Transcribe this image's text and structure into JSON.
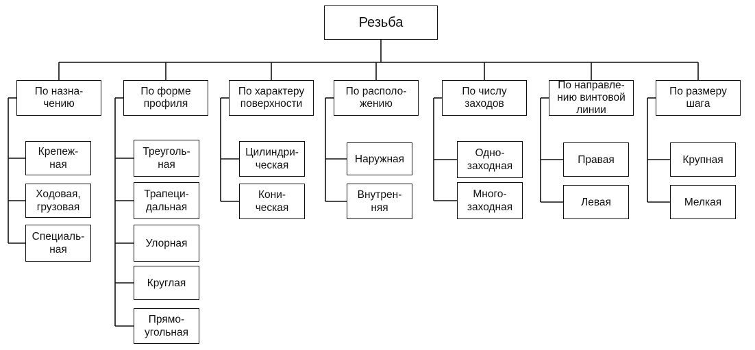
{
  "root": "Резьба",
  "categories": [
    {
      "label": "По назна-\nчению",
      "items": [
        "Крепеж-\nная",
        "Ходовая,\nгрузовая",
        "Специаль-\nная"
      ]
    },
    {
      "label": "По форме\nпрофиля",
      "items": [
        "Треуголь-\nная",
        "Трапеци-\nдальная",
        "Улорная",
        "Круглая",
        "Прямо-\nугольная"
      ]
    },
    {
      "label": "По характеру\nповерхности",
      "items": [
        "Цилиндри-\nческая",
        "Кони-\nческая"
      ]
    },
    {
      "label": "По располо-\nжению",
      "items": [
        "Наружная",
        "Внутрен-\nняя"
      ]
    },
    {
      "label": "По числу\nзаходов",
      "items": [
        "Одно-\nзаходная",
        "Много-\nзаходная"
      ]
    },
    {
      "label": "По направле-\nнию винтовой\nлинии",
      "items": [
        "Правая",
        "Левая"
      ]
    },
    {
      "label": "По размеру\nшага",
      "items": [
        "Крупная",
        "Мелкая"
      ]
    }
  ]
}
